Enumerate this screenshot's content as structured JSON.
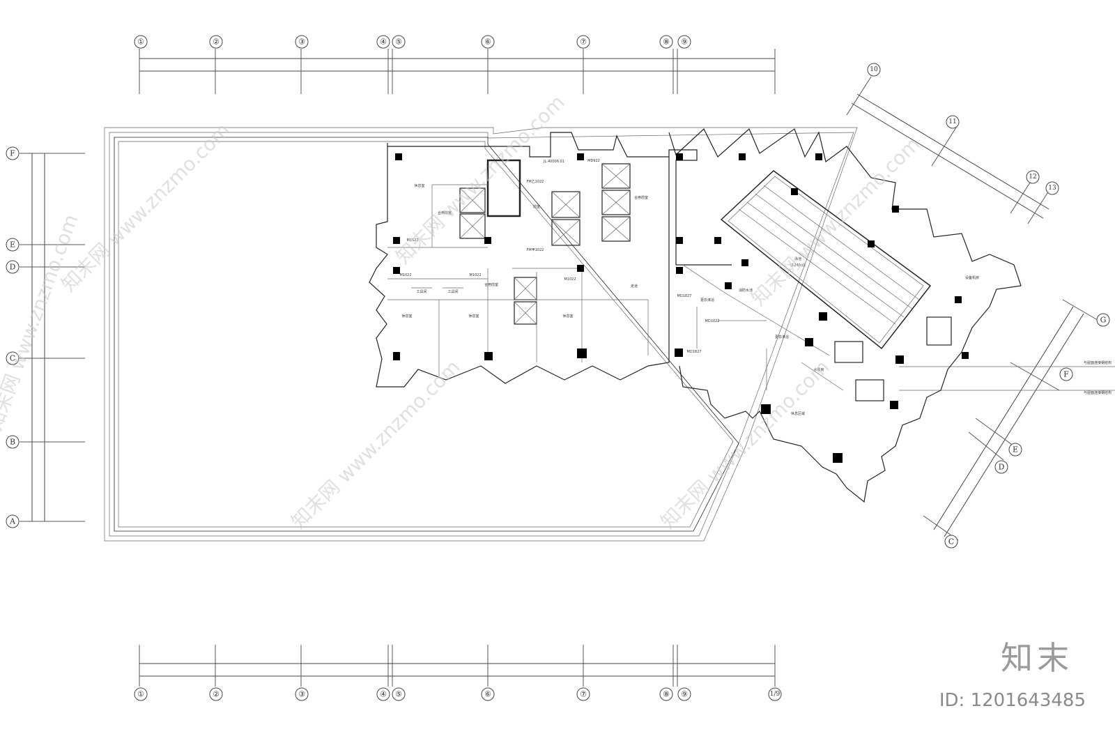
{
  "top_axes": [
    "①",
    "②",
    "③",
    "④",
    "⑤",
    "⑥",
    "⑦",
    "⑧",
    "⑨"
  ],
  "bottom_axes": [
    "①",
    "②",
    "③",
    "④",
    "⑤",
    "⑥",
    "⑦",
    "⑧",
    "⑨",
    "1/9"
  ],
  "left_axes": [
    "F",
    "E",
    "D",
    "C",
    "B",
    "A"
  ],
  "right_diag_axes": [
    "10",
    "11",
    "12",
    "13"
  ],
  "right_axes": [
    "G",
    "F",
    "E",
    "D",
    "C"
  ],
  "rooms": {
    "r1": "休息室",
    "r2": "合用前室",
    "r3": "前室",
    "r4": "合用前室",
    "r5": "走道",
    "r6": "休息室",
    "r7": "工具间",
    "r8": "工具间",
    "r9": "休息室",
    "r10": "合用前室",
    "r11": "休息室",
    "r12": "泳池",
    "r13": "(1240㎡)",
    "r14": "更衣淋浴",
    "r15": "更衣淋浴",
    "r16": "休息区域",
    "r17": "设备机房",
    "r18": "水泵房",
    "r19": "消防水池"
  },
  "doors": {
    "d1": "FM乙1022",
    "d2": "FM甲1022",
    "d3": "M1522",
    "d4": "M1022",
    "d5": "M1022",
    "d6": "M1022",
    "d7": "MD1827",
    "d8": "MD1827",
    "d9": "MD922",
    "d10": "MD1022",
    "d11": "JL.40006.01"
  },
  "notes": {
    "n1": "与屋面连接钢结构",
    "n2": "与屋面连接钢结构"
  },
  "brand": {
    "name": "知末",
    "id": "ID: 1201643485"
  },
  "watermark": "知末网 www.znzmo.com"
}
